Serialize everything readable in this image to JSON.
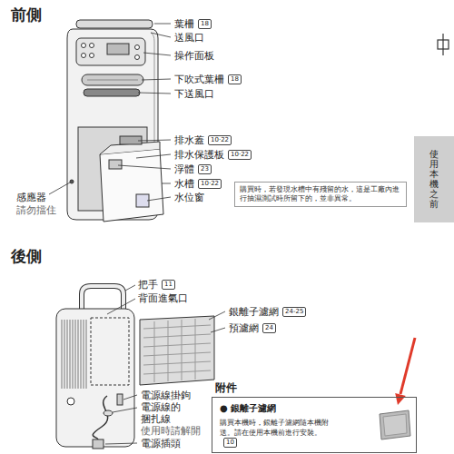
{
  "diagram": {
    "nodes": [
      {
        "text": [
          "購買時，若發現水槽中有殘留的水，這是工廠內進行抽濕測試時所留下的，並非異常。"
        ]
      },
      {
        "text": [
          "使用本機之前"
        ]
      },
      {
        "text": [
          "附件",
          "● 銀離子濾網",
          "購買本機時，銀離子濾網隨本機附送。請在使用本機前進行安裝。"
        ]
      }
    ],
    "labels": [
      "前側",
      "葉柵",
      "18",
      "送風口",
      "操作面板",
      "下吹式葉柵",
      "18",
      "下送風口",
      "排水蓋",
      "10·22",
      "排水保護板",
      "10·22",
      "浮體",
      "23",
      "水槽",
      "10·22",
      "水位窗",
      "感應器",
      "請勿擋住",
      "後側",
      "把手",
      "11",
      "背面進氣口",
      "銀離子濾網",
      "24-25",
      "預濾網",
      "24",
      "電源線掛鉤",
      "電源線的捆扎線",
      "使用時請解開",
      "電源插頭",
      "10"
    ]
  }
}
